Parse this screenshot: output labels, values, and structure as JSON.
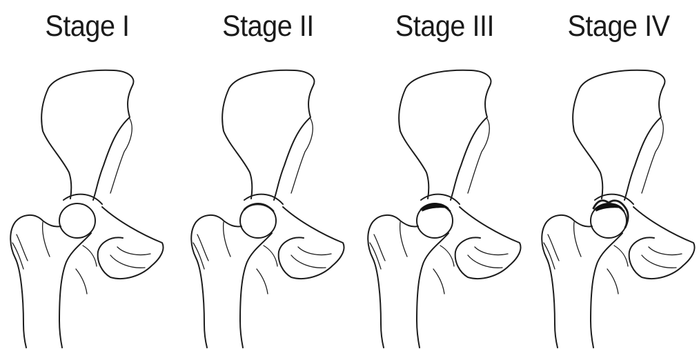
{
  "figure": {
    "panels": [
      {
        "title": "Stage I",
        "lesion": 0
      },
      {
        "title": "Stage II",
        "lesion": 1
      },
      {
        "title": "Stage III",
        "lesion": 2
      },
      {
        "title": "Stage IV",
        "lesion": 3
      }
    ],
    "colors": {
      "ink": "#1c1c1c",
      "background": "#ffffff"
    }
  }
}
